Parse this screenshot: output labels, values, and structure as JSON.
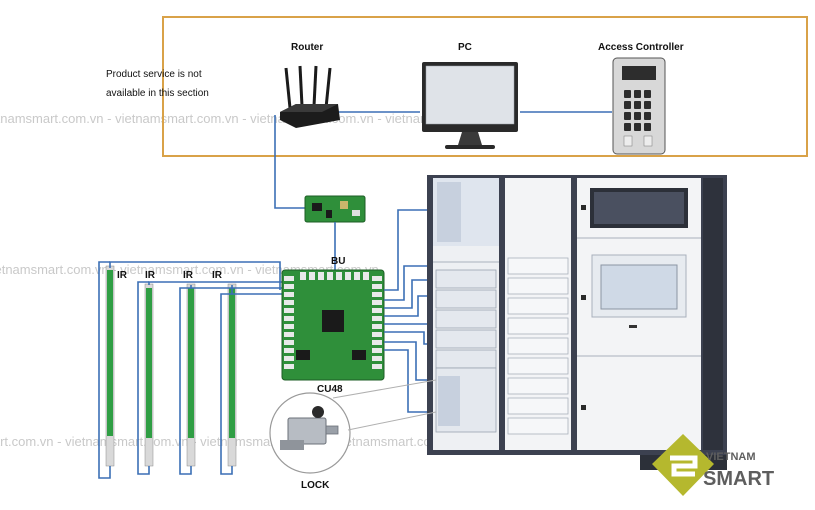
{
  "labels": {
    "notice_line1": "Product service is not",
    "notice_line2": "available in this section",
    "router": "Router",
    "pc": "PC",
    "access_controller": "Access Controller",
    "bu": "BU",
    "cu48": "CU48",
    "ir": "IR",
    "lock": "LOCK"
  },
  "watermark": "vietnamsmart.com.vn - vietnamsmart.com.vn - vietnamsmart.com.vn - vietnamsmart.com.vn",
  "logo": {
    "line1": "VIETNAM",
    "line2": "SMART"
  },
  "colors": {
    "frame_orange": "#d9a248",
    "wire_blue": "#3b6fb5",
    "pcb_green": "#2f8f3a",
    "locker_dark": "#3c4150",
    "logo_olive": "#b5b82e"
  }
}
